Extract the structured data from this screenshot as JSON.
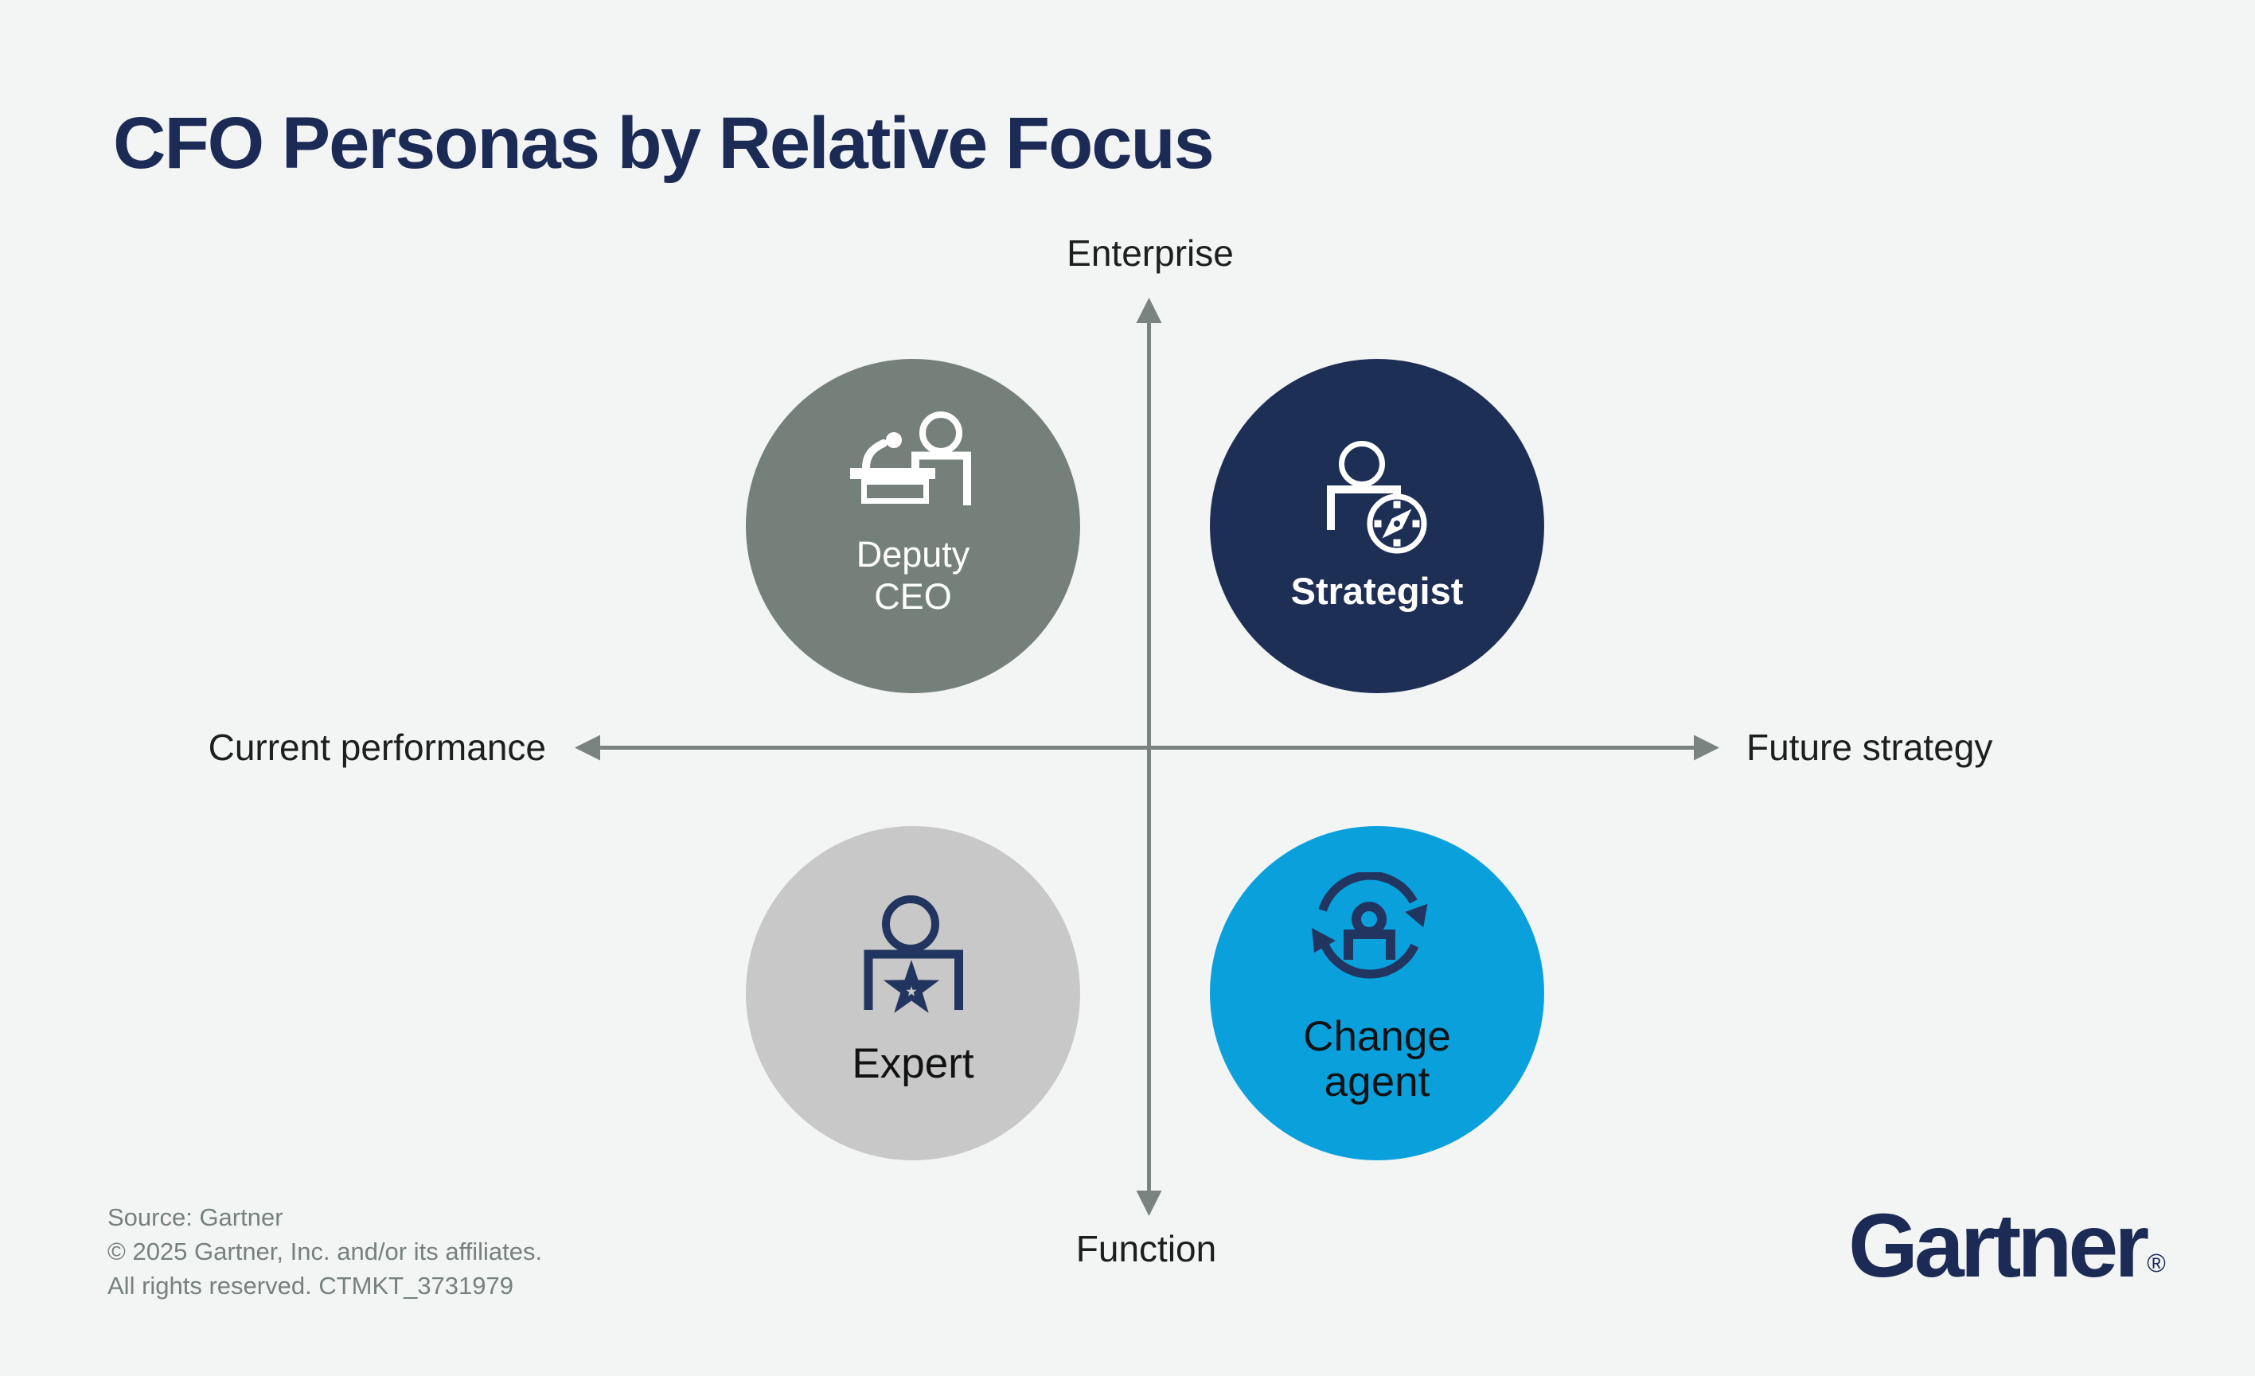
{
  "title": "CFO Personas by Relative Focus",
  "axes": {
    "top_label": "Enterprise",
    "bottom_label": "Function",
    "left_label": "Current performance",
    "right_label": "Future strategy"
  },
  "quadrants": {
    "deputy_ceo": {
      "label": "Deputy CEO",
      "icon": "podium-microphone-speaker-icon",
      "position": "top-left"
    },
    "strategist": {
      "label": "Strategist",
      "icon": "person-compass-icon",
      "position": "top-right"
    },
    "expert": {
      "label": "Expert",
      "icon": "person-star-icon",
      "position": "bottom-left"
    },
    "change_agent": {
      "label": "Change agent",
      "icon": "person-cycle-arrows-icon",
      "position": "bottom-right"
    }
  },
  "footer": {
    "source_line1": "Source: Gartner",
    "source_line2": "© 2025 Gartner, Inc. and/or its affiliates.",
    "source_line3": "All rights reserved. CTMKT_3731979",
    "logo_text": "Gartner",
    "logo_mark": "®"
  },
  "colors": {
    "background": "#f3f5f4",
    "navy": "#1b2b56",
    "axis-gray": "#7a837f",
    "label-dark": "#1d1e1e",
    "muted-gray": "#76817c",
    "deputy-circle": "#75807a",
    "strategist-circle": "#1e2f55",
    "expert-circle": "#c7c8c7",
    "change-circle": "#0aa0dc",
    "icon-navy": "#213560",
    "white": "#ffffff"
  }
}
